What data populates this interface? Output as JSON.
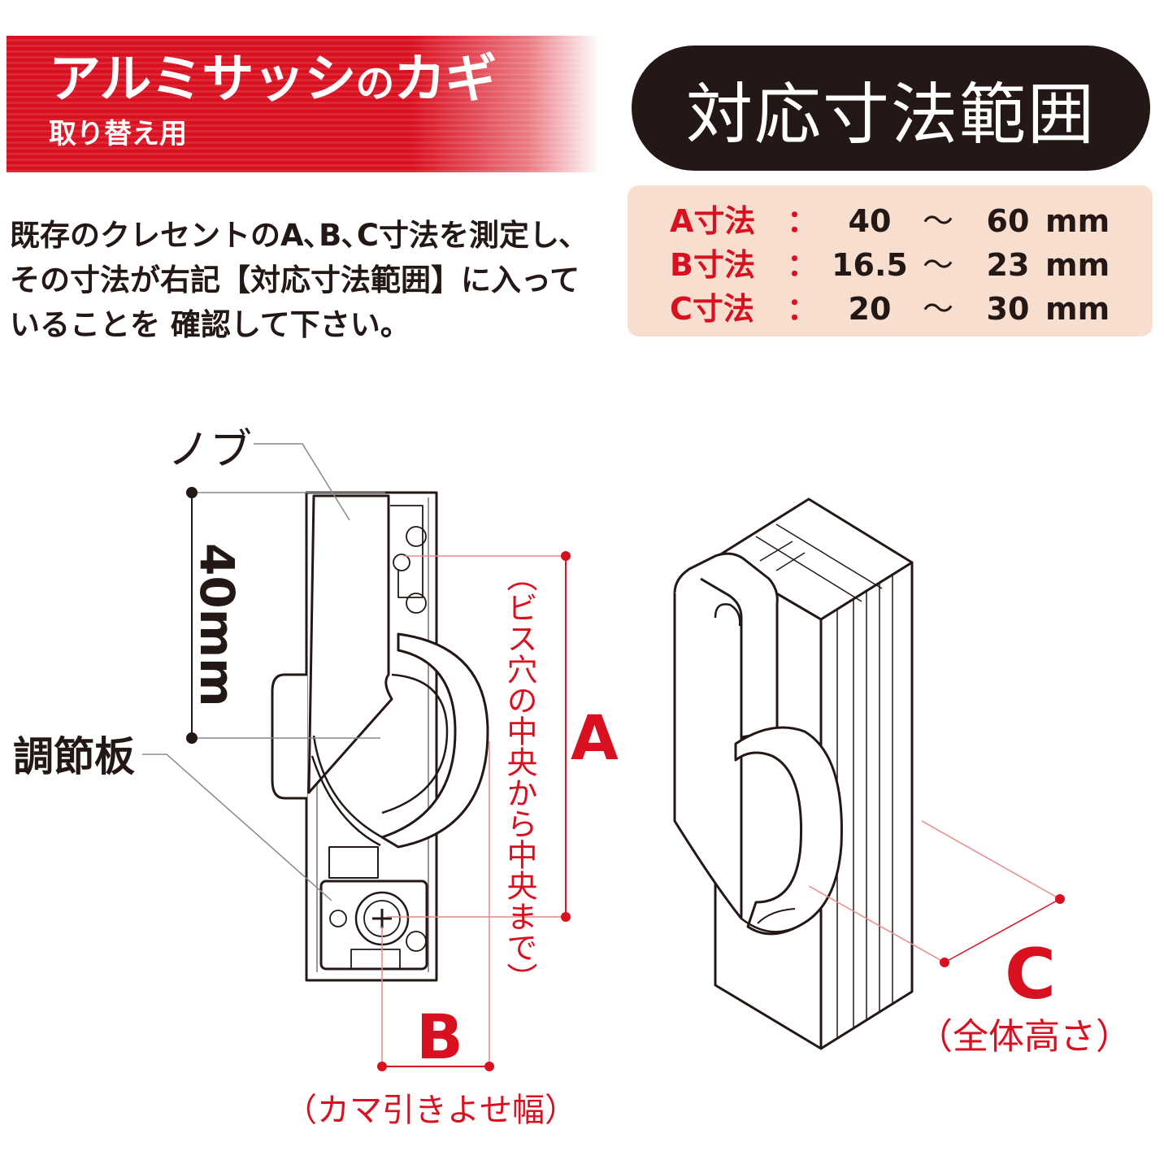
{
  "banner": {
    "title_main": "アルミサッシ",
    "title_particle": "の",
    "title_end": "カギ",
    "subtitle": "取り替え用"
  },
  "instructions": {
    "lines": [
      "既存のクレセントのA､B､C寸法を測定し､",
      "その寸法が右記【対応寸法範囲】に入って",
      "いることを 確認して下さい。"
    ]
  },
  "range": {
    "title": "対応寸法範囲",
    "rows": [
      {
        "label": "A寸法",
        "colon": "：",
        "min": "40",
        "tilde": "～",
        "max": "60",
        "unit": "mm"
      },
      {
        "label": "B寸法",
        "colon": "：",
        "min": "16.5",
        "tilde": "～",
        "max": "23",
        "unit": "mm"
      },
      {
        "label": "C寸法",
        "colon": "：",
        "min": "20",
        "tilde": "～",
        "max": "30",
        "unit": "mm"
      }
    ]
  },
  "diagram": {
    "knob_label": "ノブ",
    "adjust_plate_label": "調節板",
    "dim_knob": "40mm",
    "letter_a": "A",
    "note_a": "（ビス穴の中央から中央まで）",
    "letter_b": "B",
    "note_b": "（カマ引きよせ幅）",
    "letter_c": "C",
    "note_c": "（全体高さ）"
  },
  "colors": {
    "accent_red": "#d9101f",
    "dark": "#231815",
    "range_bg": "#f8dece",
    "guide_line": "#e98a8a"
  }
}
